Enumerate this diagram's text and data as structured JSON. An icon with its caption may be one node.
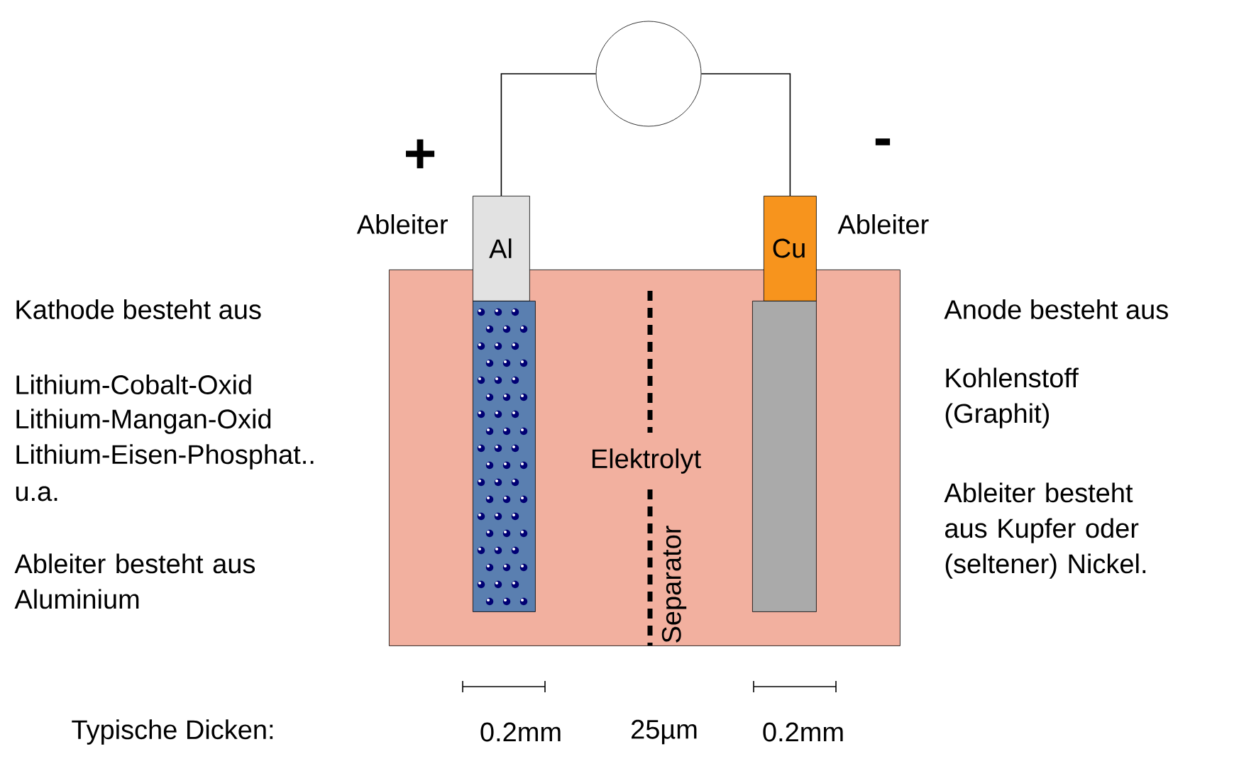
{
  "diagram": {
    "nodes": [
      {
        "text": [],
        "shape": "circle"
      },
      {
        "text": [
          "Al"
        ],
        "beside": [
          "Ableiter"
        ]
      },
      {
        "text": [
          "Cu"
        ],
        "beside": [
          "Ableiter"
        ]
      },
      {
        "text": [
          "Elektrolyt"
        ]
      },
      {
        "text": [],
        "shape": "bar",
        "in": 3
      },
      {
        "text": [],
        "shape": "bar",
        "in": 3
      }
    ],
    "edges": [
      {
        "from": 1,
        "to": 0,
        "arrow": "none"
      },
      {
        "from": 0,
        "to": 2,
        "arrow": "none"
      }
    ],
    "labels": [
      "+",
      "-",
      "Kathode besteht aus",
      "Lithium-Cobalt-Oxid",
      "Lithium-Mangan-Oxid",
      "Lithium-Eisen-Phosphat..",
      "u.a.",
      "Ableiter besteht aus Aluminium",
      "Anode besteht aus",
      "Kohlenstoff (Graphit)",
      "Ableiter besteht aus Kupfer oder (seltener) Nickel.",
      "Separator",
      "Typische Dicken:",
      "0.2mm",
      "25µm",
      "0.2mm"
    ]
  }
}
